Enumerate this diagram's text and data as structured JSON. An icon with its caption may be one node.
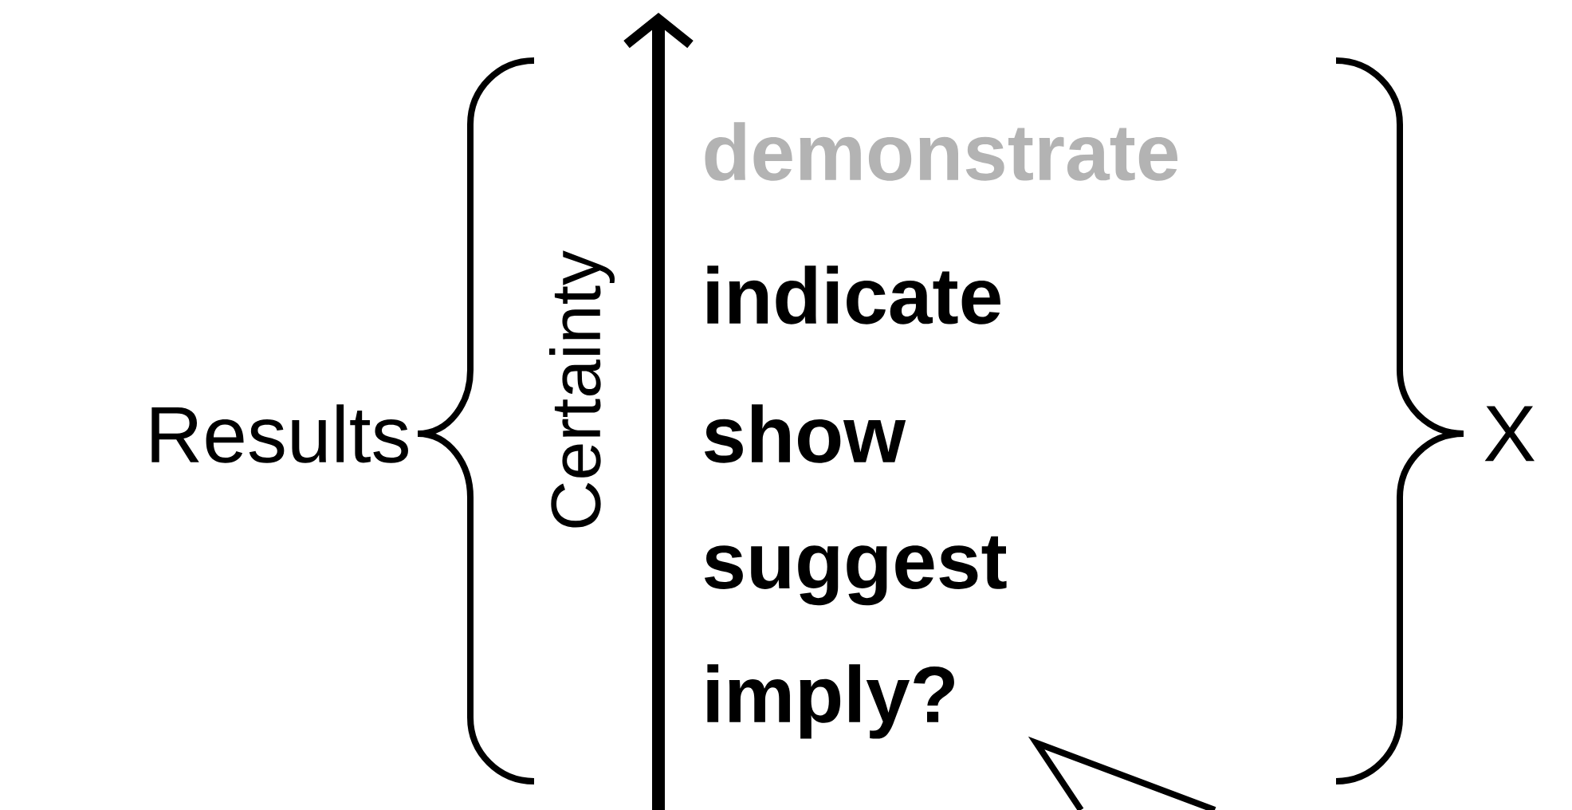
{
  "diagram": {
    "labels": [
      "Results",
      "Certainty",
      "demonstrate",
      "indicate",
      "show",
      "suggest",
      "imply?",
      "X"
    ]
  }
}
